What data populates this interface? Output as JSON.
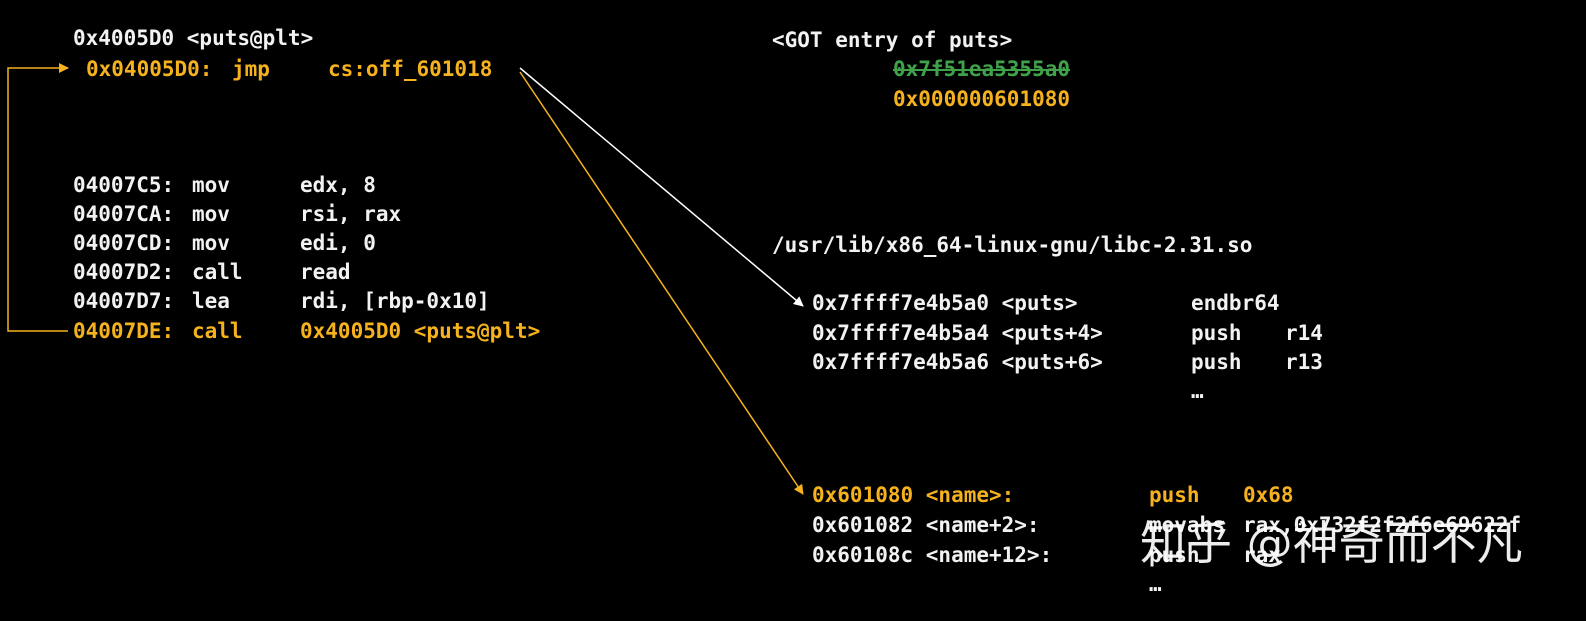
{
  "colors": {
    "background": "#000000",
    "text": "#f2f2f2",
    "highlight": "#f5b21e",
    "overwritten": "#3fa24a"
  },
  "plt": {
    "header": "0x4005D0 <puts@plt>",
    "jmp_addr": "0x04005D0:",
    "jmp_op": "jmp",
    "jmp_arg": "cs:off_601018"
  },
  "code": [
    {
      "addr": "04007C5:",
      "op": "mov",
      "arg": "edx, 8",
      "highlight": false
    },
    {
      "addr": "04007CA:",
      "op": "mov",
      "arg": "rsi, rax",
      "highlight": false
    },
    {
      "addr": "04007CD:",
      "op": "mov",
      "arg": "edi, 0",
      "highlight": false
    },
    {
      "addr": "04007D2:",
      "op": "call",
      "arg": "read",
      "highlight": false
    },
    {
      "addr": "04007D7:",
      "op": "lea",
      "arg": "rdi, [rbp-0x10]",
      "highlight": false
    },
    {
      "addr": "04007DE:",
      "op": "call",
      "arg": "0x4005D0 <puts@plt>",
      "highlight": true
    }
  ],
  "got": {
    "header": "<GOT entry of puts>",
    "old_value": "0x7f51ea5355a0",
    "new_value": "0x000000601080"
  },
  "libc": {
    "path": "/usr/lib/x86_64-linux-gnu/libc-2.31.so",
    "rows": [
      {
        "addr": "0x7ffff7e4b5a0 <puts>",
        "op": "endbr64",
        "arg": ""
      },
      {
        "addr": "0x7ffff7e4b5a4 <puts+4>",
        "op": "push",
        "arg": "r14"
      },
      {
        "addr": "0x7ffff7e4b5a6 <puts+6>",
        "op": "push",
        "arg": "r13"
      }
    ],
    "ellipsis": "…"
  },
  "name": {
    "rows": [
      {
        "addr": "0x601080 <name>:",
        "op": "push",
        "arg": "0x68",
        "highlight": true
      },
      {
        "addr": "0x601082 <name+2>:",
        "op": "movabs",
        "arg": "rax,0x732f2f2f6e69622f",
        "highlight": false
      },
      {
        "addr": "0x60108c <name+12>:",
        "op": "push",
        "arg": "rax",
        "highlight": false
      }
    ],
    "ellipsis": "…"
  },
  "watermark": "知乎 @神奇而不凡"
}
